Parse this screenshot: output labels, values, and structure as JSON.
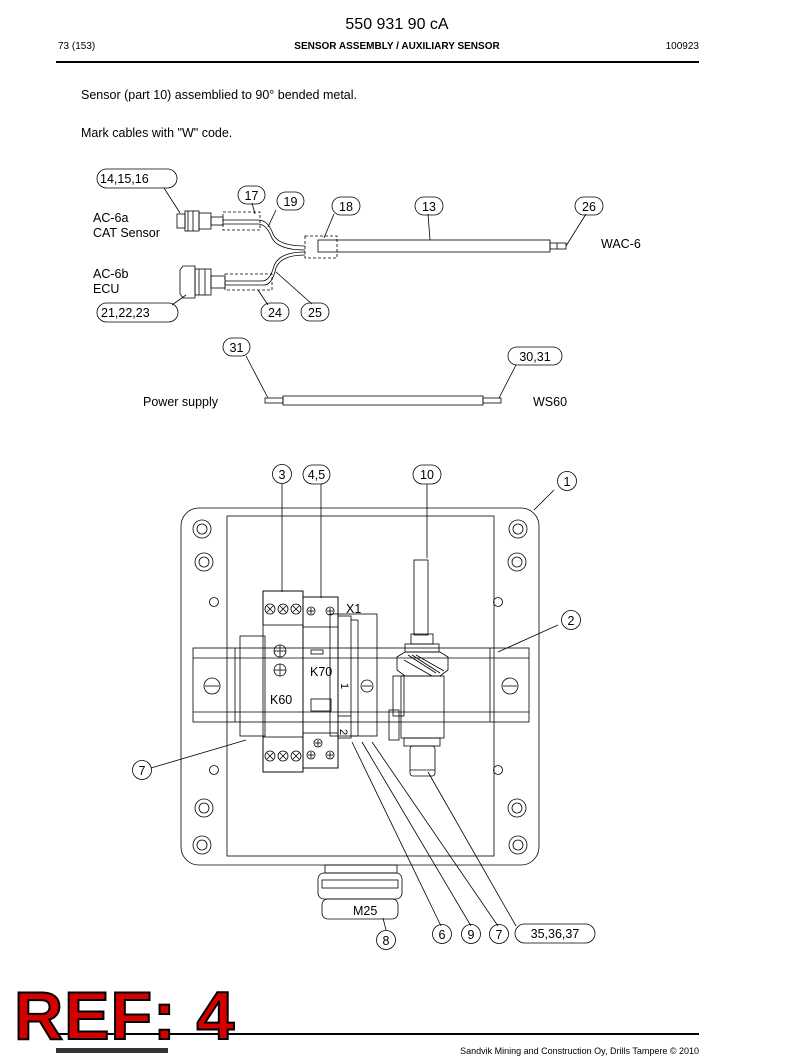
{
  "header": {
    "doc_number": "550 931 90 cA",
    "page": "73 (153)",
    "section_title": "SENSOR ASSEMBLY / AUXILIARY SENSOR",
    "doc_date": "100923"
  },
  "notes": [
    "Sensor (part 10) assemblied to 90° bended metal.",
    "Mark cables with \"W\" code."
  ],
  "cable_diagram": {
    "labels": {
      "ac6a_line1": "AC-6a",
      "ac6a_line2": "CAT Sensor",
      "ac6b_line1": "AC-6b",
      "ac6b_line2": "ECU",
      "wac6": "WAC-6",
      "power_supply": "Power supply",
      "ws60": "WS60"
    },
    "callouts": {
      "c14": "14,15,16",
      "c17": "17",
      "c19": "19",
      "c18": "18",
      "c13": "13",
      "c26": "26",
      "c21": "21,22,23",
      "c24": "24",
      "c25": "25",
      "c31a": "31",
      "c3031": "30,31"
    }
  },
  "box_diagram": {
    "labels": {
      "x1": "X1",
      "k70": "K70",
      "k60": "K60",
      "m25": "M25",
      "term1": "1",
      "term2": "2"
    },
    "callouts": {
      "b3": "3",
      "b45": "4,5",
      "b10": "10",
      "b1": "1",
      "b2": "2",
      "b7a": "7",
      "b6": "6",
      "b9": "9",
      "b7b": "7",
      "b35": "35,36,37",
      "b8": "8"
    }
  },
  "stamp": "REF: 4",
  "footer": {
    "copyright": "Sandvik Mining and Construction Oy, Drills Tampere © 2010"
  }
}
